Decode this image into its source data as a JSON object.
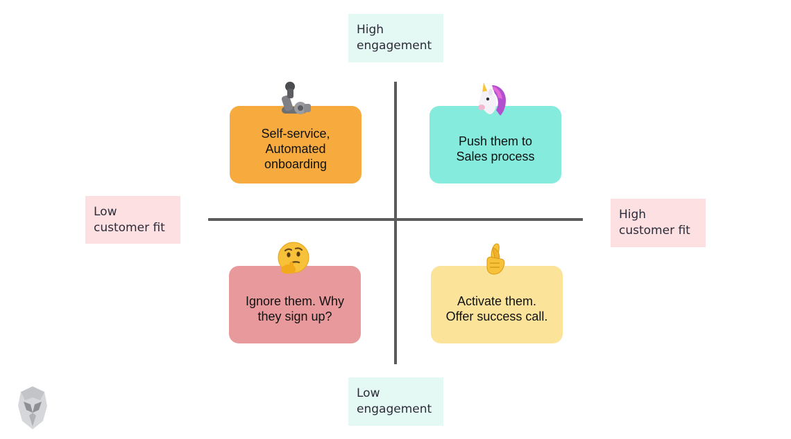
{
  "axes": {
    "top": {
      "line1": "High",
      "line2": "engagement"
    },
    "bottom": {
      "line1": "Low",
      "line2": "engagement"
    },
    "left": {
      "line1": "Low",
      "line2": "customer fit"
    },
    "right": {
      "line1": "High",
      "line2": "customer fit"
    }
  },
  "quadrants": {
    "top_left": {
      "lines": [
        "Self-service,",
        "Automated",
        "onboarding"
      ],
      "color": "#f7aa3e",
      "icon": "flexed-biceps-icon"
    },
    "top_right": {
      "lines": [
        "Push them to",
        "Sales process"
      ],
      "color": "#85ebdc",
      "icon": "unicorn-icon"
    },
    "bottom_left": {
      "lines": [
        "Ignore them. Why",
        "they sign up?"
      ],
      "color": "#e8999b",
      "icon": "thinking-face-icon"
    },
    "bottom_right": {
      "lines": [
        "Activate them.",
        "Offer success call."
      ],
      "color": "#fbe49a",
      "icon": "crossed-fingers-icon"
    }
  },
  "colors": {
    "axis_line": "#5b5b5b",
    "engagement_label_bg": "#e5f9f4",
    "fit_label_bg": "#fde0e2"
  }
}
